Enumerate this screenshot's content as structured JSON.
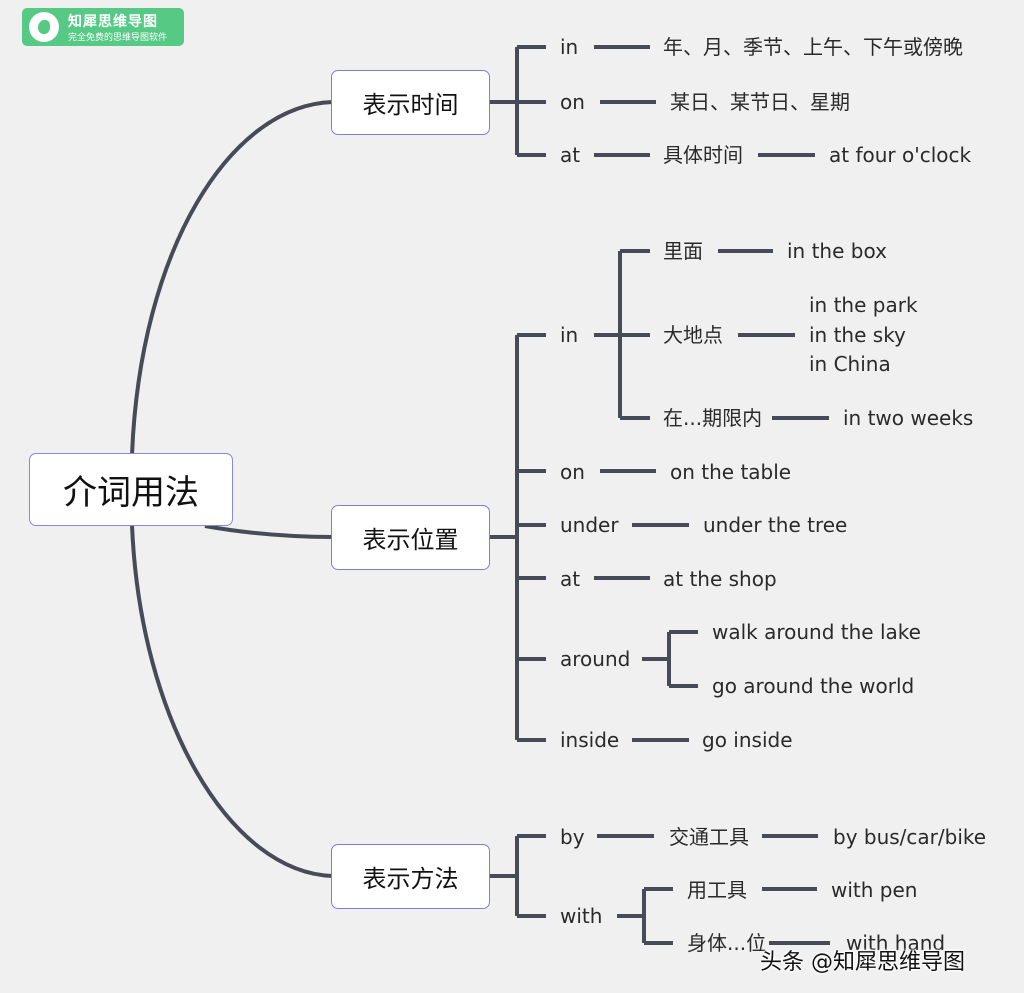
{
  "logo": {
    "name": "知犀思维导图",
    "tagline": "完全免费的思维导图软件"
  },
  "root": "介词用法",
  "time": {
    "label": "表示时间",
    "in": {
      "word": "in",
      "desc": "年、月、季节、上午、下午或傍晚"
    },
    "on": {
      "word": "on",
      "desc": "某日、某节日、星期"
    },
    "at": {
      "word": "at",
      "desc": "具体时间",
      "example": "at four o'clock"
    }
  },
  "place": {
    "label": "表示位置",
    "in": {
      "word": "in",
      "inside": {
        "label": "里面",
        "example": "in the box"
      },
      "big_place": {
        "label": "大地点",
        "examples": [
          "in the park",
          "in the sky",
          "in China"
        ]
      },
      "period": {
        "label": "在...期限内",
        "example": "in two weeks"
      }
    },
    "on": {
      "word": "on",
      "example": "on the table"
    },
    "under": {
      "word": "under",
      "example": "under the tree"
    },
    "at": {
      "word": "at",
      "example": "at the shop"
    },
    "around": {
      "word": "around",
      "examples": [
        "walk around the lake",
        "go around the world"
      ]
    },
    "inside": {
      "word": "inside",
      "example": "go inside"
    }
  },
  "method": {
    "label": "表示方法",
    "by": {
      "word": "by",
      "desc": "交通工具",
      "example": "by bus/car/bike"
    },
    "with": {
      "word": "with",
      "tool": {
        "label": "用工具",
        "example": "with pen"
      },
      "body": {
        "label": "身体...位",
        "example": "with hand"
      }
    }
  },
  "watermark": "头条 @知犀思维导图",
  "colors": {
    "line": "#474b57",
    "node_border": "#7f7cd9",
    "background": "#f0f0f0",
    "logo": "#56c985"
  }
}
